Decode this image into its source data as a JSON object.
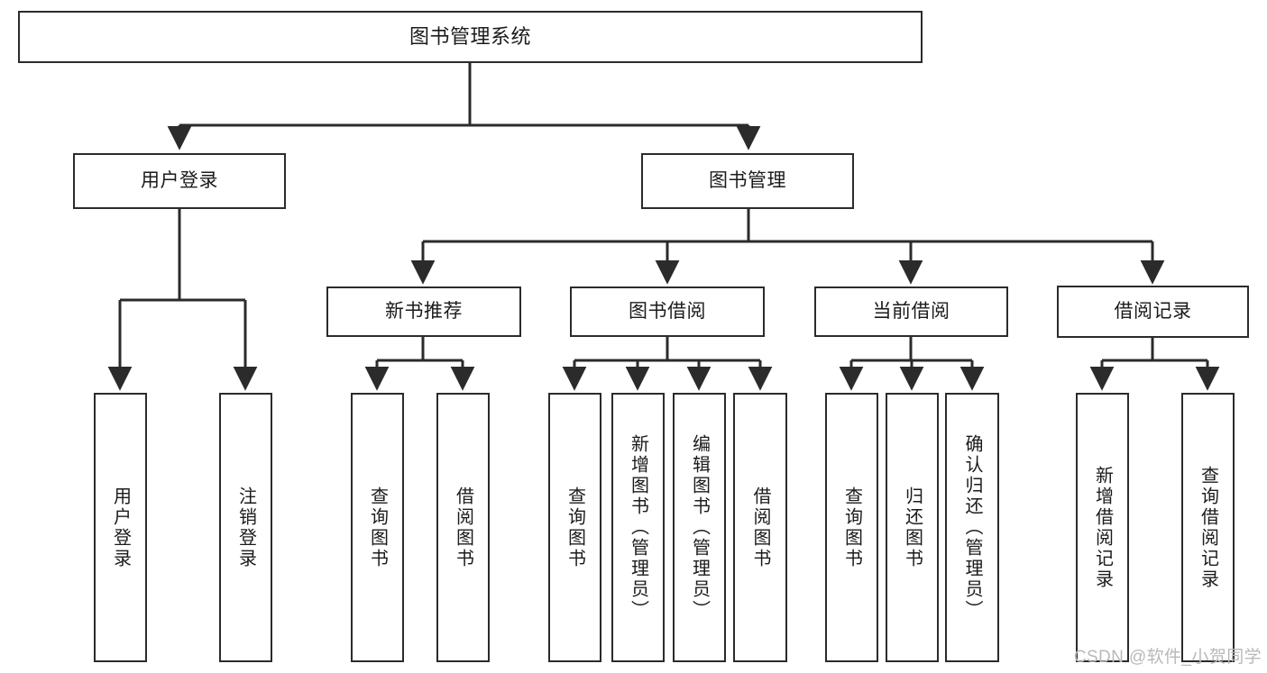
{
  "diagram": {
    "title": "图书管理系统",
    "watermark": "CSDN @软件_小贺同学",
    "stroke_color": "#2b2b2b",
    "fill_color": "#ffffff",
    "watermark_color": "#b9b9b9",
    "levels": {
      "level1": [
        {
          "id": "root",
          "label": "图书管理系统"
        }
      ],
      "level2": [
        {
          "id": "user-login",
          "label": "用户登录"
        },
        {
          "id": "book-manage",
          "label": "图书管理"
        }
      ],
      "level3": [
        {
          "id": "new-book-rec",
          "label": "新书推荐"
        },
        {
          "id": "book-borrow",
          "label": "图书借阅"
        },
        {
          "id": "current-borrow",
          "label": "当前借阅"
        },
        {
          "id": "borrow-record",
          "label": "借阅记录"
        }
      ],
      "level4": [
        {
          "id": "leaf-user-login",
          "label": "用户登录",
          "parent": "user-login"
        },
        {
          "id": "leaf-logout-login",
          "label": "注销登录",
          "parent": "user-login"
        },
        {
          "id": "leaf-query-book-1",
          "label": "查询图书",
          "parent": "new-book-rec"
        },
        {
          "id": "leaf-borrow-book-1",
          "label": "借阅图书",
          "parent": "new-book-rec"
        },
        {
          "id": "leaf-query-book-2",
          "label": "查询图书",
          "parent": "book-borrow"
        },
        {
          "id": "leaf-add-book",
          "label": "新增图书（管理员）",
          "parent": "book-borrow"
        },
        {
          "id": "leaf-edit-book",
          "label": "编辑图书（管理员）",
          "parent": "book-borrow"
        },
        {
          "id": "leaf-borrow-book-2",
          "label": "借阅图书",
          "parent": "book-borrow"
        },
        {
          "id": "leaf-query-book-3",
          "label": "查询图书",
          "parent": "current-borrow"
        },
        {
          "id": "leaf-return-book",
          "label": "归还图书",
          "parent": "current-borrow"
        },
        {
          "id": "leaf-confirm-return",
          "label": "确认归还（管理员）",
          "parent": "current-borrow"
        },
        {
          "id": "leaf-add-record",
          "label": "新增借阅记录",
          "parent": "borrow-record"
        },
        {
          "id": "leaf-query-record",
          "label": "查询借阅记录",
          "parent": "borrow-record"
        }
      ]
    }
  }
}
